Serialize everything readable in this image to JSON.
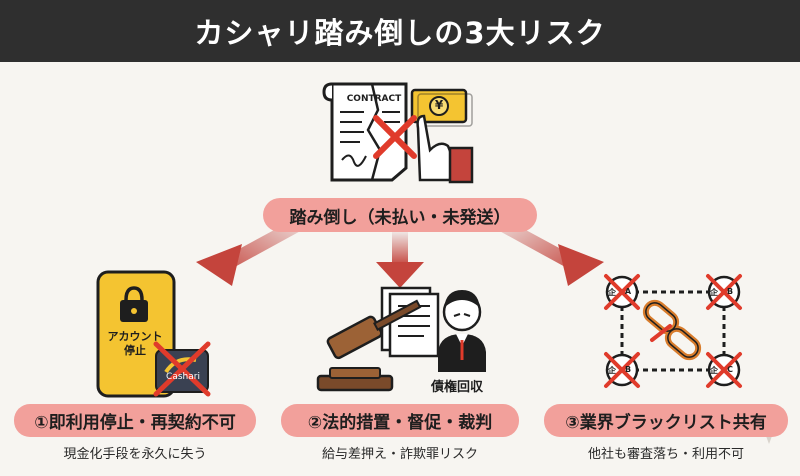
{
  "title": "カシャリ踏み倒しの3大リスク",
  "center_label": "踏み倒し（未払い・未発送）",
  "icons": {
    "contract_label": "CONTRACT",
    "currency_symbol": "¥",
    "phone_text_line1": "アカウント",
    "phone_text_line2": "停止",
    "app_label": "Cashari",
    "debt_collection": "債権回収",
    "corp_prefix": "企",
    "node_a": "A",
    "node_b": "B",
    "node_c": "C"
  },
  "risks": [
    {
      "label": "①即利用停止・再契約不可",
      "sub": "現金化手段を永久に失う"
    },
    {
      "label": "②法的措置・督促・裁判",
      "sub": "給与差押え・詐欺罪リスク"
    },
    {
      "label": "③業界ブラックリスト共有",
      "sub": "他社も審査落ち・利用不可"
    }
  ],
  "colors": {
    "title_bg": "#2f2f2f",
    "pill": "#f2a09b",
    "arrow": "#c4443c",
    "cross": "#e03b2b",
    "phone": "#f4c431",
    "background": "#f7f5f1"
  }
}
